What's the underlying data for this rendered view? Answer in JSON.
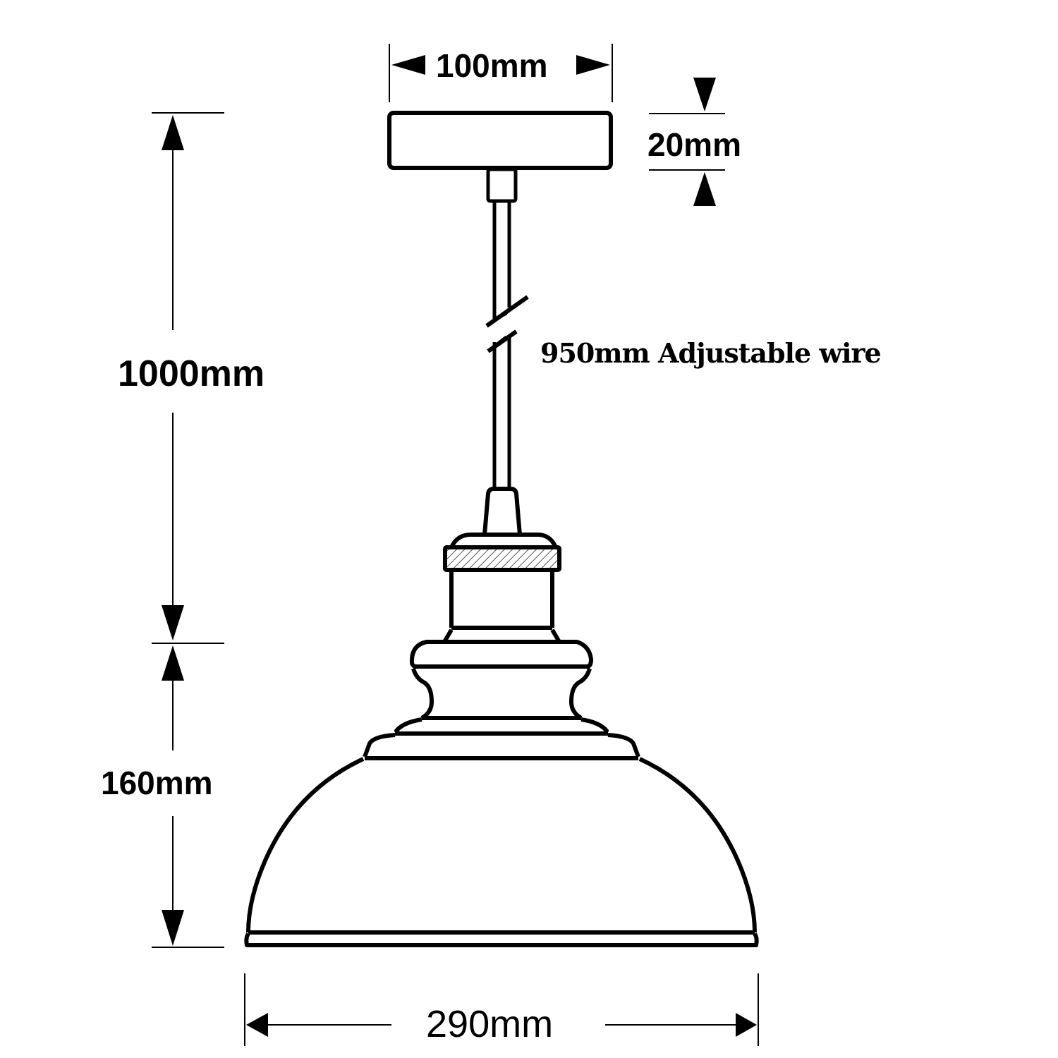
{
  "diagram": {
    "subject": "pendant-lamp-dimension-drawing",
    "colors": {
      "line": "#000000",
      "background": "#ffffff",
      "hatch": "#555555"
    },
    "dimensions": {
      "canopy_width": "100mm",
      "canopy_height": "20mm",
      "cable_length": "950mm Adjustable wire",
      "total_drop": "1000mm",
      "shade_height": "160mm",
      "shade_diameter": "290mm"
    }
  }
}
